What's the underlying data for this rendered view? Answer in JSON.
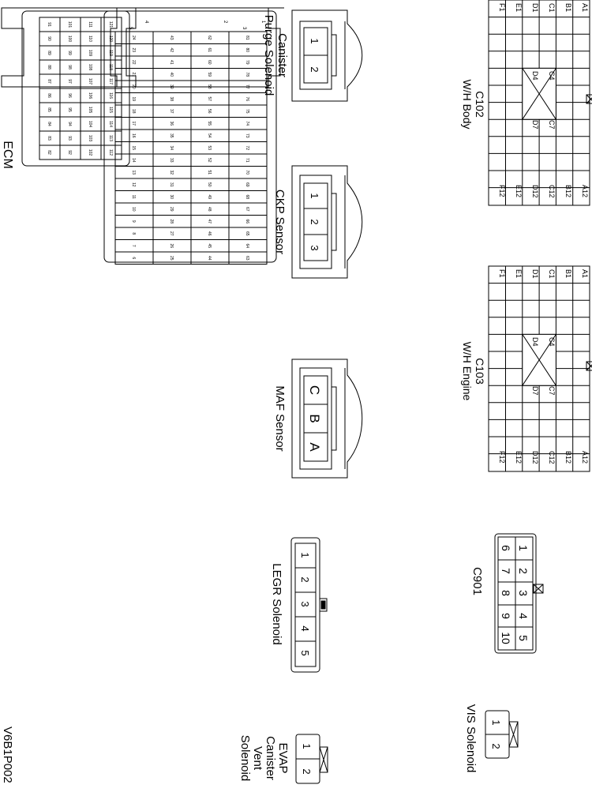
{
  "figure_code": "V6B1P002",
  "ecm": {
    "label": "ECM",
    "small_block_pins": [
      "121",
      "120",
      "119",
      "118",
      "117",
      "116",
      "115",
      "114",
      "113",
      "112",
      "111",
      "110",
      "109",
      "108",
      "107",
      "106",
      "105",
      "104",
      "103",
      "102",
      "101",
      "100",
      "99",
      "98",
      "97",
      "96",
      "95",
      "94",
      "93",
      "92",
      "91",
      "90",
      "89",
      "88",
      "87",
      "86",
      "85",
      "84",
      "83",
      "82"
    ],
    "large_block_top_pins": [
      "1",
      "2",
      "3",
      "4",
      "5"
    ],
    "large_block_pins": [
      "81",
      "80",
      "79",
      "78",
      "77",
      "76",
      "75",
      "74",
      "73",
      "72",
      "71",
      "70",
      "69",
      "68",
      "67",
      "66",
      "65",
      "64",
      "63",
      "62",
      "61",
      "60",
      "59",
      "58",
      "57",
      "56",
      "55",
      "54",
      "53",
      "52",
      "51",
      "50",
      "49",
      "48",
      "47",
      "46",
      "45",
      "44",
      "43",
      "42",
      "41",
      "40",
      "39",
      "38",
      "37",
      "36",
      "35",
      "34",
      "33",
      "32",
      "31",
      "30",
      "29",
      "28",
      "27",
      "26",
      "25",
      "24",
      "23",
      "22",
      "21",
      "20",
      "19",
      "18",
      "17",
      "16",
      "15",
      "14",
      "13",
      "12",
      "11",
      "10",
      "9",
      "8",
      "7",
      "6"
    ]
  },
  "canister_purge": {
    "label_lines": [
      "Canister",
      "Purge Solenoid"
    ],
    "pins": [
      "1",
      "2"
    ]
  },
  "ckp": {
    "label_lines": [
      "CKP Sensor"
    ],
    "pins": [
      "1",
      "2",
      "3"
    ]
  },
  "maf": {
    "label_lines": [
      "MAF Sensor"
    ],
    "pins": [
      "C",
      "B",
      "A"
    ]
  },
  "legr": {
    "label_lines": [
      "LEGR Solenoid"
    ],
    "pins": [
      "1",
      "2",
      "3",
      "4",
      "5"
    ]
  },
  "evap": {
    "label_lines": [
      "EVAP",
      "Canister",
      "Vent",
      "Solenoid"
    ],
    "pins": [
      "1",
      "2"
    ]
  },
  "c102": {
    "label_lines": [
      "C102",
      "W/H Body"
    ],
    "row_start": [
      "A1",
      "B1",
      "C1",
      "D1",
      "E1",
      "F1"
    ],
    "row_end": [
      "A12",
      "B12",
      "C12",
      "D12",
      "E12",
      "F12"
    ],
    "inner": [
      "C4",
      "D4",
      "C7",
      "D7"
    ]
  },
  "c103": {
    "label_lines": [
      "C103",
      "W/H Engine"
    ],
    "row_start": [
      "A1",
      "B1",
      "C1",
      "D1",
      "E1",
      "F1"
    ],
    "row_end": [
      "A12",
      "B12",
      "C12",
      "D12",
      "E12",
      "F12"
    ],
    "inner": [
      "C4",
      "D4",
      "C7",
      "D7"
    ]
  },
  "c901": {
    "label_lines": [
      "C901"
    ],
    "pins_top": [
      "1",
      "2",
      "3",
      "4",
      "5"
    ],
    "pins_bottom": [
      "6",
      "7",
      "8",
      "9",
      "10"
    ]
  },
  "vis": {
    "label_lines": [
      "VIS Solenoid"
    ],
    "pins": [
      "1",
      "2"
    ]
  }
}
